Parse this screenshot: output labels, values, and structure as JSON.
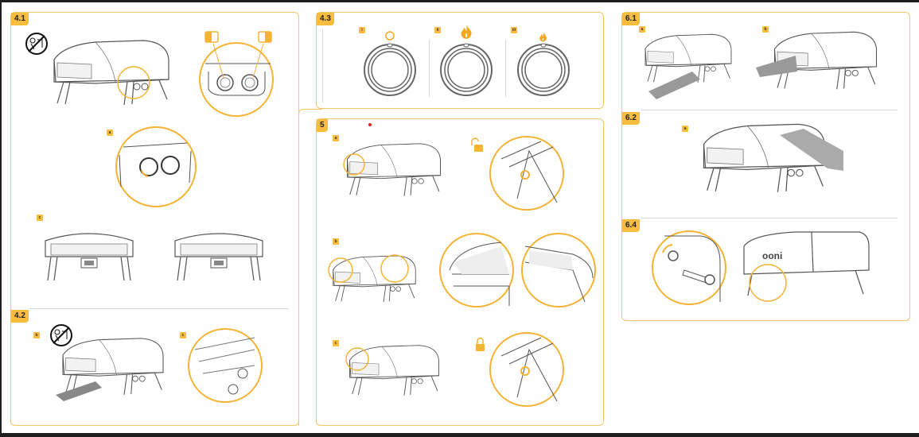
{
  "sections": {
    "s41": {
      "number": "4.1",
      "steps": [
        "a",
        "c"
      ]
    },
    "s42": {
      "number": "4.2",
      "steps": [
        "b",
        "c"
      ]
    },
    "s43": {
      "number": "4.3",
      "steps": [
        "i",
        "ii",
        "iii"
      ]
    },
    "s5": {
      "number": "5",
      "steps": [
        "a",
        "b",
        "c"
      ]
    },
    "s61": {
      "number": "6.1",
      "steps": [
        "a",
        "b"
      ]
    },
    "s62": {
      "number": "6.2",
      "steps": [
        "a"
      ]
    },
    "s64": {
      "number": "6.4"
    }
  },
  "brand": "ooni",
  "colors": {
    "accent": "#f8bd3f",
    "line": "#555555",
    "circle": "#f5b335",
    "marker": "#e02020"
  }
}
